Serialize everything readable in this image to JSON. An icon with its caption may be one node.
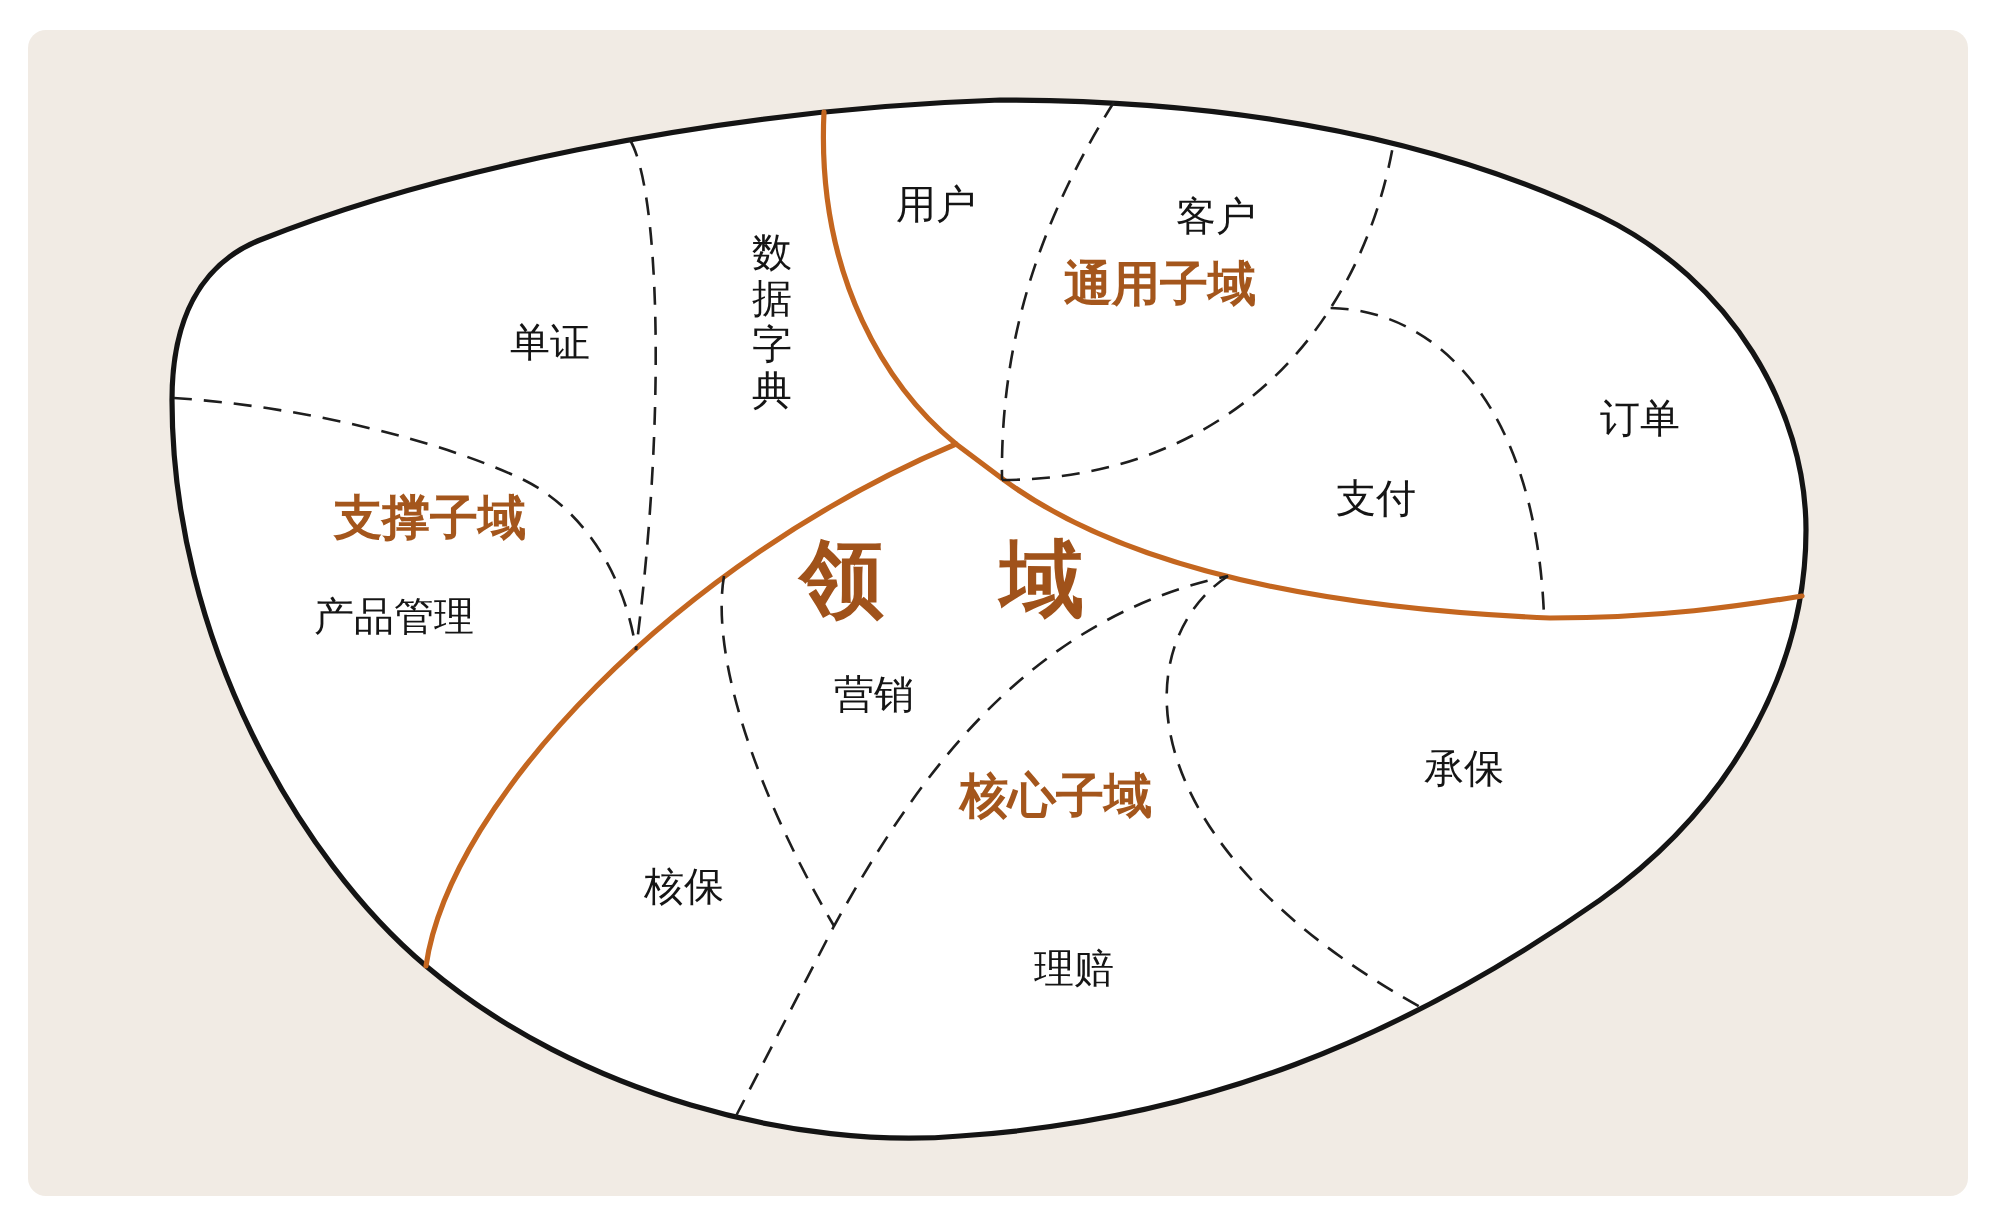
{
  "diagram": {
    "nodes": [
      {
        "text": [
          "领域"
        ]
      }
    ],
    "labels": [
      "用户",
      "客户",
      "通用子域",
      "数据字典",
      "单证",
      "订单",
      "支付",
      "支撑子域",
      "产品管理",
      "营销",
      "承保",
      "核心子域",
      "核保",
      "理赔"
    ]
  }
}
